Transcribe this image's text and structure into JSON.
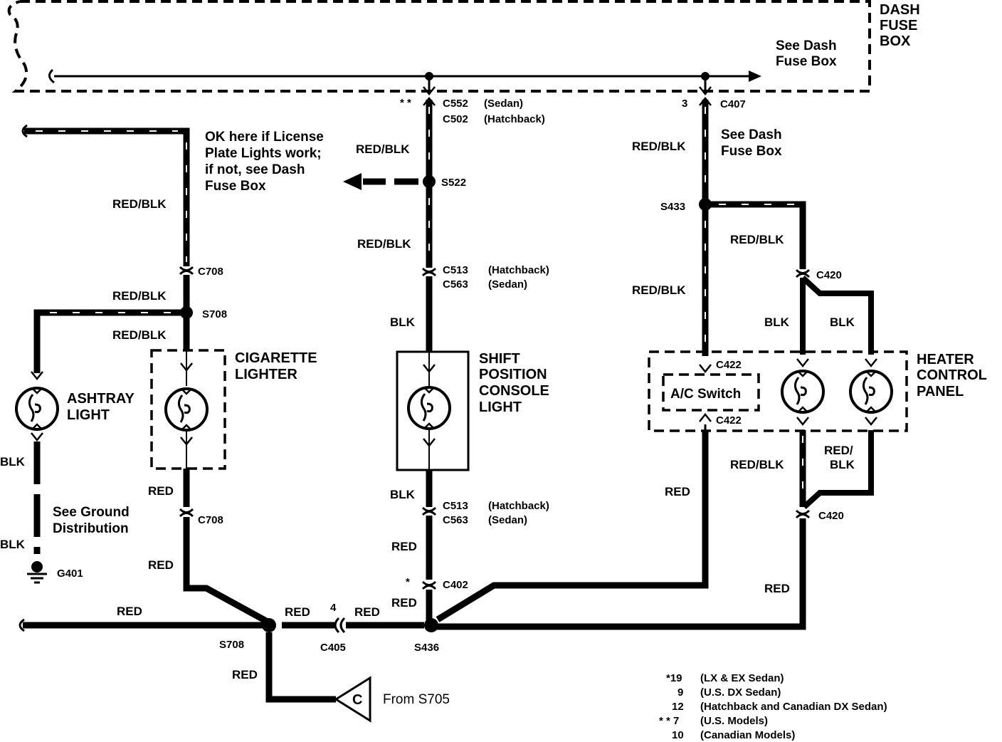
{
  "dash_fuse_box": {
    "title": [
      "DASH",
      "FUSE",
      "BOX"
    ],
    "see_dash": [
      "See Dash",
      "Fuse Box"
    ]
  },
  "connectors": {
    "c552": "C552",
    "c552_note": "(Sedan)",
    "c502": "C502",
    "c502_note": "(Hatchback)",
    "c552_mark": "* *",
    "c407": "C407",
    "c407_pin": "3",
    "c513_top": "C513",
    "c513_top_note": "(Hatchback)",
    "c563_top": "C563",
    "c563_top_note": "(Sedan)",
    "c513_bot": "C513",
    "c513_bot_note": "(Hatchback)",
    "c563_bot": "C563",
    "c563_bot_note": "(Sedan)",
    "c708_top": "C708",
    "c708_bot": "C708",
    "c420_top": "C420",
    "c420_bot": "C420",
    "c422_top": "C422",
    "c422_bot": "C422",
    "c402": "C402",
    "c402_mark": "*",
    "c405": "C405",
    "c405_pin": "4"
  },
  "splices": {
    "s522": "S522",
    "s433": "S433",
    "s708a": "S708",
    "s436": "S436",
    "s708b": "S708"
  },
  "ground": "G401",
  "wires": {
    "red_blk": "RED/BLK",
    "blk": "BLK",
    "red": "RED",
    "red_slash": "RED/",
    "blk2": "BLK"
  },
  "notes": {
    "license": [
      "OK here if License",
      "Plate Lights work;",
      "if not, see Dash",
      "Fuse Box"
    ],
    "see_dash_mid": [
      "See Dash",
      "Fuse Box"
    ],
    "ground_dist": [
      "See Ground",
      "Distribution"
    ],
    "from": "From S705",
    "from_letter": "C"
  },
  "components": {
    "ashtray": [
      "ASHTRAY",
      "LIGHT"
    ],
    "cigarette": [
      "CIGARETTE",
      "LIGHTER"
    ],
    "shift": [
      "SHIFT",
      "POSITION",
      "CONSOLE",
      "LIGHT"
    ],
    "heater": [
      "HEATER",
      "CONTROL",
      "PANEL"
    ],
    "ac_switch": "A/C Switch"
  },
  "footnotes": [
    {
      "num": "*19",
      "text": "(LX & EX Sedan)"
    },
    {
      "num": "9",
      "text": "(U.S. DX Sedan)"
    },
    {
      "num": "12",
      "text": "(Hatchback and Canadian DX Sedan)"
    },
    {
      "num": "* * 7",
      "text": "(U.S. Models)"
    },
    {
      "num": "10",
      "text": "(Canadian Models)"
    }
  ]
}
